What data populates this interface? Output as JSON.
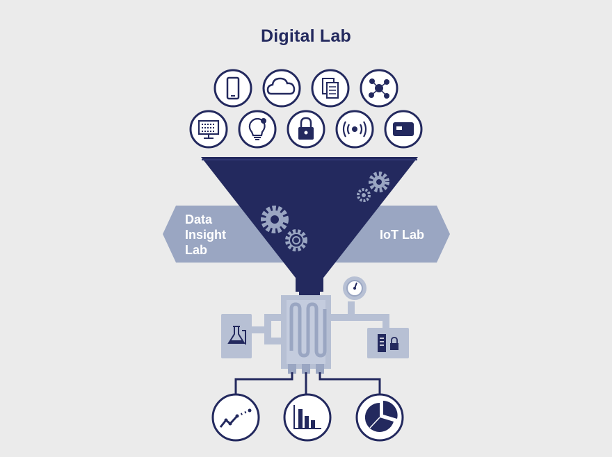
{
  "title": "Digital Lab",
  "left_banner": {
    "lines": [
      "Data",
      "Insight",
      "Lab"
    ]
  },
  "right_banner": {
    "label": "IoT Lab"
  },
  "input_icons": [
    "smartphone-icon",
    "cloud-icon",
    "documents-icon",
    "network-icon",
    "binary-monitor-icon",
    "lightbulb-icon",
    "padlock-icon",
    "wireless-signal-icon",
    "card-icon"
  ],
  "output_icons": [
    "line-chart-icon",
    "bar-chart-icon",
    "pie-chart-icon"
  ],
  "colors": {
    "navy": "#23295e",
    "steel": "#9aa6c2",
    "light_steel": "#b7c0d4",
    "background": "#ebebeb"
  }
}
